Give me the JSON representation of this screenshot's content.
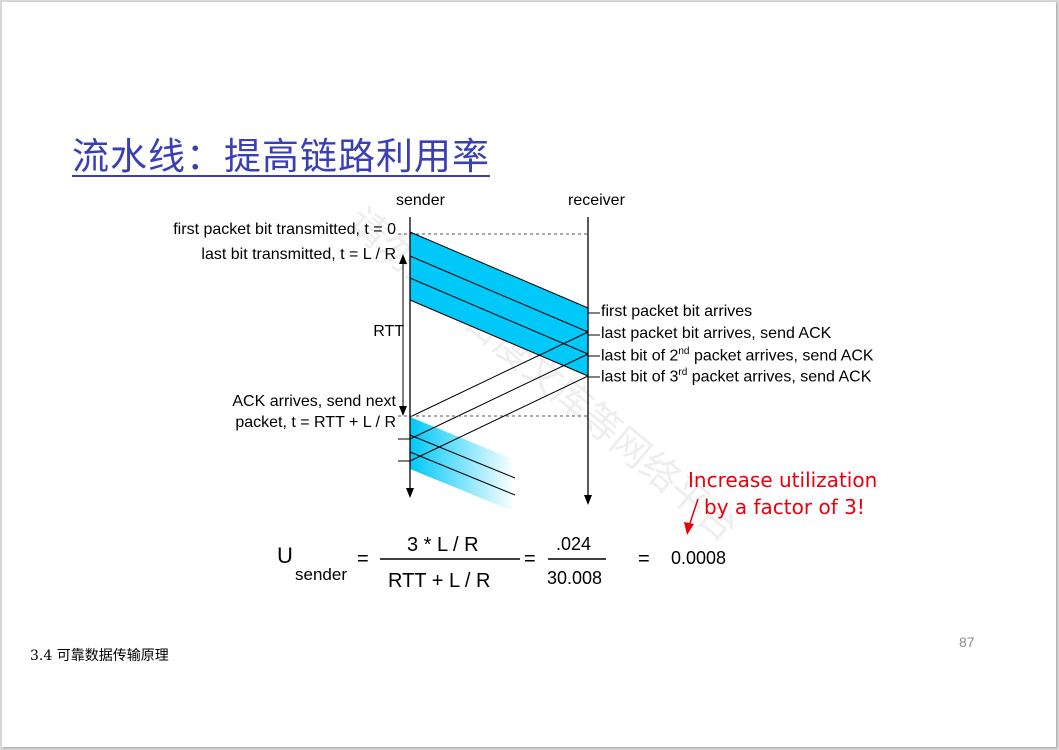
{
  "title": "流水线：提高链路利用率",
  "diagram": {
    "sender_label": "sender",
    "receiver_label": "receiver",
    "left_labels": {
      "first_bit": "first packet bit transmitted, t = 0",
      "last_bit": "last bit transmitted, t = L / R",
      "rtt": "RTT",
      "ack_line1": "ACK arrives, send next",
      "ack_line2": "packet, t = RTT + L / R"
    },
    "right_labels": {
      "first_arrives": "first packet bit arrives",
      "last_arrives": "last packet bit arrives, send ACK",
      "second_pre": "last bit of 2",
      "second_sup": "nd",
      "second_post": " packet arrives, send ACK",
      "third_pre": "last bit of 3",
      "third_sup": "rd",
      "third_post": " packet arrives, send ACK"
    },
    "annotation_line1": "Increase utilization",
    "annotation_line2": "by a factor of 3!",
    "colors": {
      "packet": "#00c8f8",
      "annotation": "#e8000b"
    }
  },
  "formula": {
    "u": "U",
    "subscript": "sender",
    "numerator": "3 * L / R",
    "denominator": "RTT + L / R",
    "eq1": "=",
    "frac_num": ".024",
    "frac_den": "30.008",
    "eq2": "=",
    "result": "0.0008"
  },
  "watermark": "请勿上传百度文库等网络平台",
  "footer": "3.4  可靠数据传输原理",
  "page_number": "87"
}
